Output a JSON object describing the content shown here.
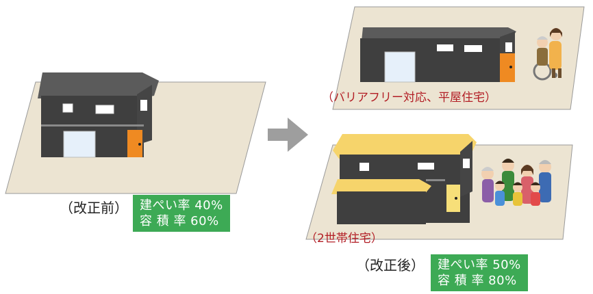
{
  "before": {
    "label": "（改正前）",
    "ratio_lines": [
      "建ぺい率 40%",
      "容 積 率 60%"
    ]
  },
  "after": {
    "label": "（改正後）",
    "ratio_lines": [
      "建ぺい率 50%",
      "容 積 率 80%"
    ]
  },
  "options": {
    "barrier_free_caption": "（バリアフリー対応、平屋住宅）",
    "two_gen_caption": "（2世帯住宅）"
  },
  "colors": {
    "lot": "#ece4d2",
    "wall": "#3f3f3f",
    "roof": "#5b5b5b",
    "roof_new": "#f6d46b",
    "door": "#ef8a22",
    "door_new": "#f7df79",
    "arrow": "#9e9e9e",
    "badge": "#3daa55",
    "caption": "#b21d24"
  }
}
